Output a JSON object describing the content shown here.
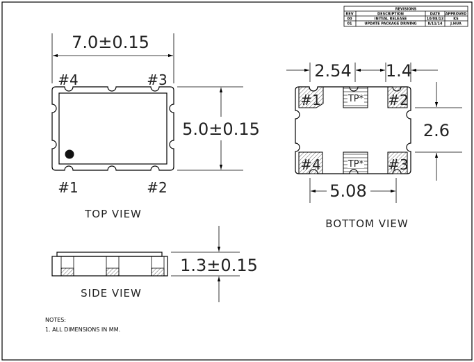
{
  "revision_table": {
    "title": "REVISIONS",
    "headers": [
      "REV",
      "DESCRIPTION",
      "DATE",
      "APPROVED"
    ],
    "rows": [
      [
        "00",
        "INITIAL RELEASE",
        "10/08/13",
        "KS"
      ],
      [
        "01",
        "UPDATE PACKAGE DRWING",
        "8/11/14",
        "J.HUA"
      ]
    ]
  },
  "top_view": {
    "label": "TOP VIEW",
    "width_dim": "7.0±0.15",
    "height_dim": "5.0±0.15",
    "pins": [
      "#1",
      "#2",
      "#3",
      "#4"
    ]
  },
  "bottom_view": {
    "label": "BOTTOM VIEW",
    "pitch_dim": "2.54",
    "pad_width_dim": "1.4",
    "pad_height_dim": "2.6",
    "span_dim": "5.08",
    "pads": [
      "#1",
      "#2",
      "#3",
      "#4"
    ],
    "test_pad": "TP*"
  },
  "side_view": {
    "label": "SIDE VIEW",
    "height_dim": "1.3±0.15"
  },
  "notes": {
    "title": "NOTES:",
    "items": [
      "1. ALL DIMENSIONS IN MM."
    ]
  }
}
